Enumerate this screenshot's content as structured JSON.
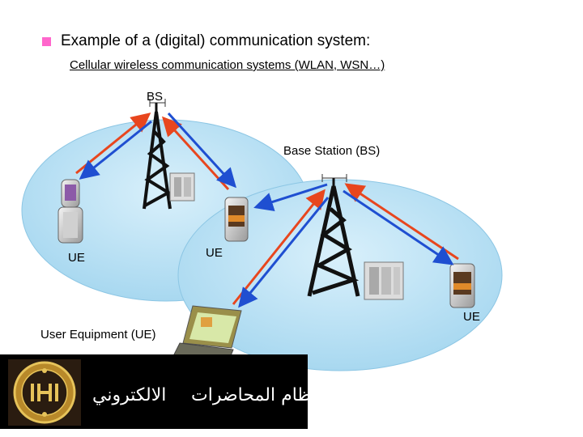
{
  "slide": {
    "bullet_text": "Example of a (digital) communication system:",
    "sub_text": "Cellular wireless communication systems (WLAN, WSN…)"
  },
  "diagram": {
    "bs_label": "BS",
    "base_station_label": "Base Station (BS)",
    "ue_label_left": "UE",
    "ue_label_center": "UE",
    "ue_label_right": "UE",
    "user_equipment_label": "User Equipment (UE)"
  },
  "footer": {
    "arabic_left": "الالكتروني",
    "arabic_right": "نظام المحاضرات"
  },
  "colors": {
    "bullet": "#ff66cc",
    "cell_fill": "#b9e2f6",
    "uplink_arrow": "#e8461e",
    "downlink_arrow": "#1f4fd1",
    "footer_bg": "#000000"
  }
}
